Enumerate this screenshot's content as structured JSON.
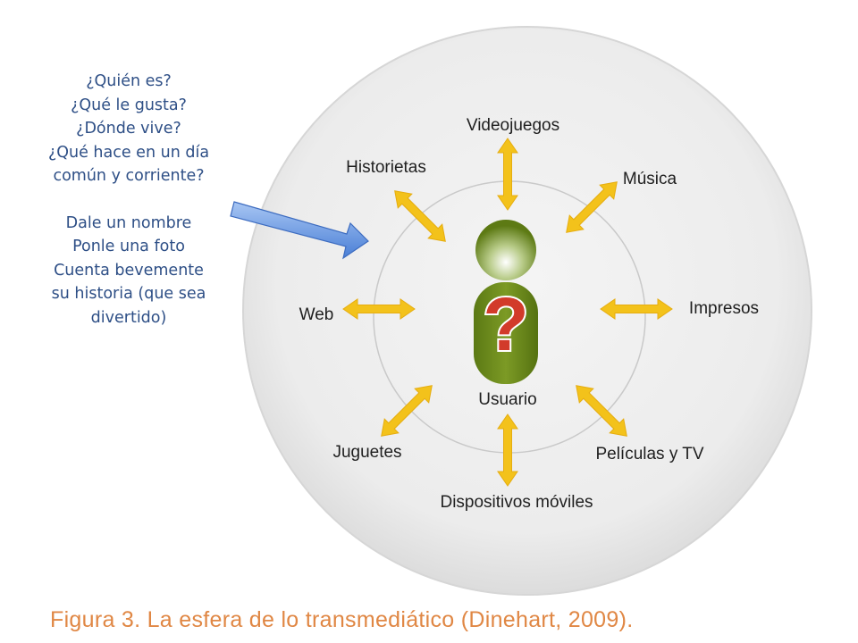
{
  "prompt_block": {
    "questions": [
      "¿Quién es?",
      "¿Qué le gusta?",
      "¿Dónde vive?",
      "¿Qué hace en un día",
      "común y corriente?"
    ],
    "instructions": [
      "Dale un nombre",
      "Ponle una foto",
      "Cuenta bevemente",
      "su historia (que sea",
      "divertido)"
    ]
  },
  "diagram": {
    "center_label": "Usuario",
    "center_symbol": "?",
    "media": {
      "top": "Videojuegos",
      "top_left": "Historietas",
      "top_right": "Música",
      "left": "Web",
      "right": "Impresos",
      "bottom_left": "Juguetes",
      "bottom_right": "Películas y TV",
      "bottom": "Dispositivos móviles"
    }
  },
  "caption": "Figura 3. La esfera de lo transmediático (Dinehart, 2009).",
  "colors": {
    "prompt_text": "#2e4f86",
    "arrow_yellow": "#f3c21b",
    "user_green": "#6e8c1b",
    "question_mark": "#d23b2a",
    "caption": "#e08744",
    "pointer_arrow_blue": "#5b8ee0"
  }
}
